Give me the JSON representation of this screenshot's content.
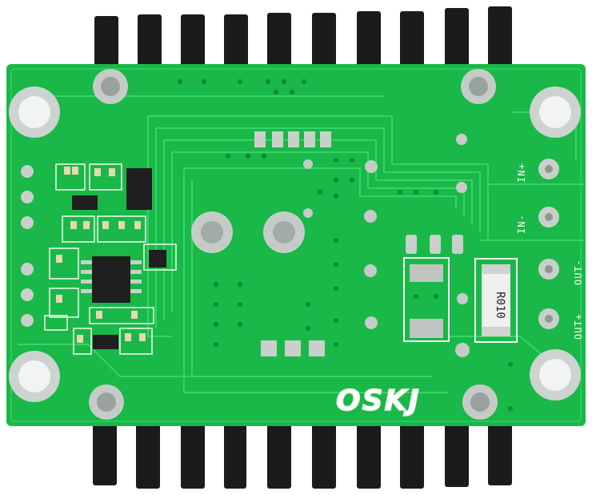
{
  "board": {
    "brand_text": "OSKJ",
    "resistor_marking": "R010"
  },
  "terminals": {
    "in_plus": "IN+",
    "in_minus": "IN-",
    "out_minus": "OUT-",
    "out_plus": "OUT+"
  },
  "colors": {
    "pcb": "#19b848",
    "pcb_trace": "#2bd05b",
    "heatsink": "#1a1a1a",
    "silkscreen": "#f4fbf2",
    "pad": "#b8bfbb"
  }
}
